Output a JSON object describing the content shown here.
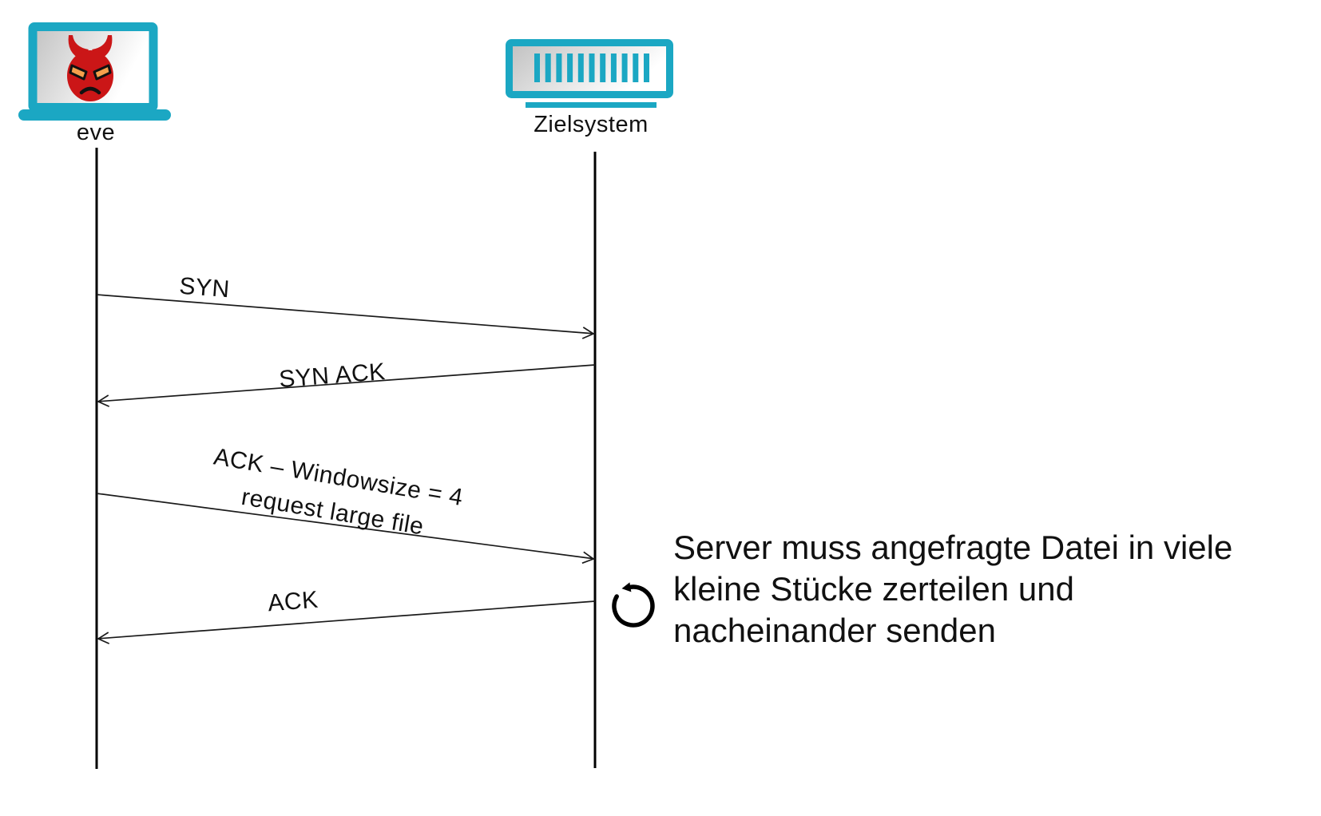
{
  "diagram": {
    "title_hint": "TCP sequence diagram: attacker requests large file with tiny window size",
    "actors": [
      {
        "id": "eve",
        "label": "eve",
        "icon": "attacker-laptop-icon"
      },
      {
        "id": "zielsystem",
        "label": "Zielsystem",
        "icon": "server-icon"
      }
    ],
    "messages": [
      {
        "from": "eve",
        "to": "zielsystem",
        "label": "SYN"
      },
      {
        "from": "zielsystem",
        "to": "eve",
        "label": "SYN ACK"
      },
      {
        "from": "eve",
        "to": "zielsystem",
        "lines": [
          "ACK – Windowsize = 4",
          "request large file"
        ]
      },
      {
        "from": "zielsystem",
        "to": "eve",
        "label": "ACK"
      }
    ],
    "loop_note": {
      "icon": "loop-icon",
      "lines": [
        "Server muss angefragte Datei in viele",
        "kleine Stücke zerteilen und",
        "nacheinander senden"
      ]
    },
    "colors": {
      "accent": "#1ba7c3",
      "devil_red": "#cb1617",
      "devil_eyes": "#f5a04c",
      "ink": "#111111"
    }
  }
}
